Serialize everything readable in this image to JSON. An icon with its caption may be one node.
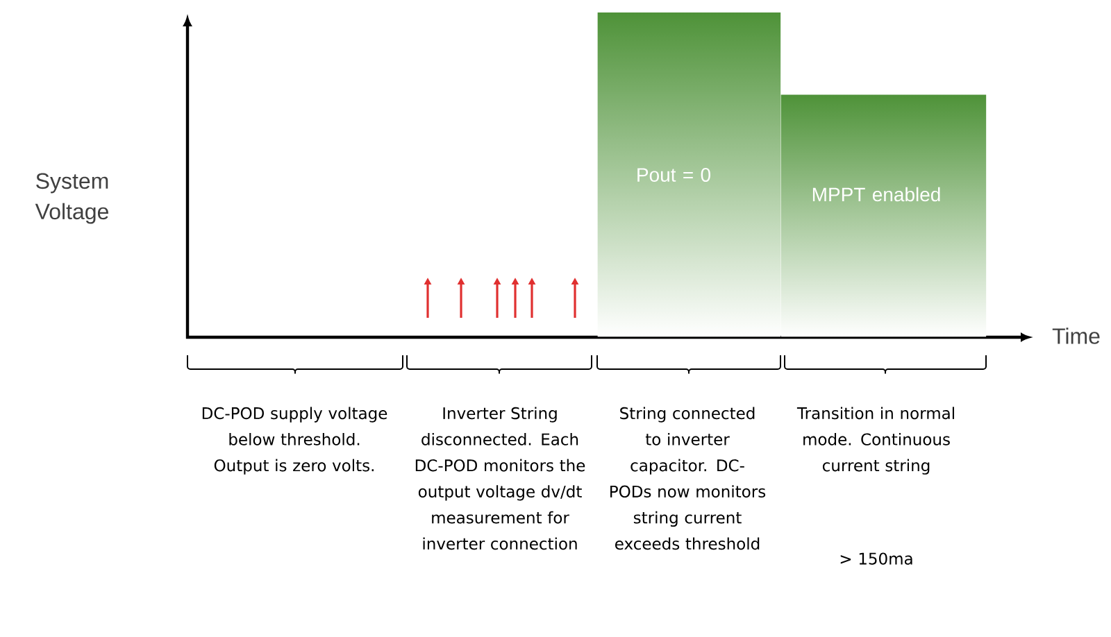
{
  "diagram": {
    "nodes": [
      {
        "text": [
          "Pout = 0"
        ]
      },
      {
        "text": [
          "MPPT enabled"
        ]
      }
    ],
    "labels": [
      "System Voltage",
      "Time",
      "DC-POD supply voltage below threshold. Output is zero volts.",
      "Inverter String disconnected. Each DC-POD monitors the output voltage dv/dt measurement for inverter connection",
      "String connected to inverter capacitor. DC-PODs now monitors string current exceeds threshold",
      "Transition in normal mode. Continuous current string",
      "> 150ma"
    ]
  }
}
